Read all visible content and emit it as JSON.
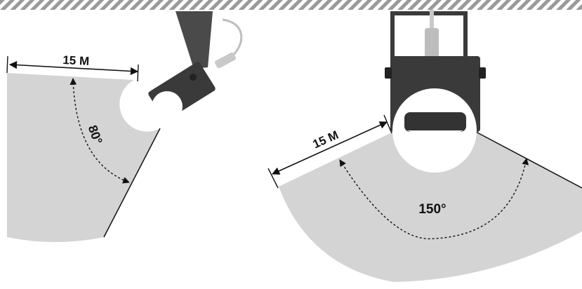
{
  "left_diagram": {
    "distance_label": "15 M",
    "angle_label": "80°"
  },
  "right_diagram": {
    "distance_label": "15 M",
    "angle_label": "150°"
  },
  "colors": {
    "coverage_fill": "#d4d4d4",
    "fixture_body": "#3a3a3a",
    "ceiling_hatch": "#9a9a9a",
    "line": "#111111"
  }
}
